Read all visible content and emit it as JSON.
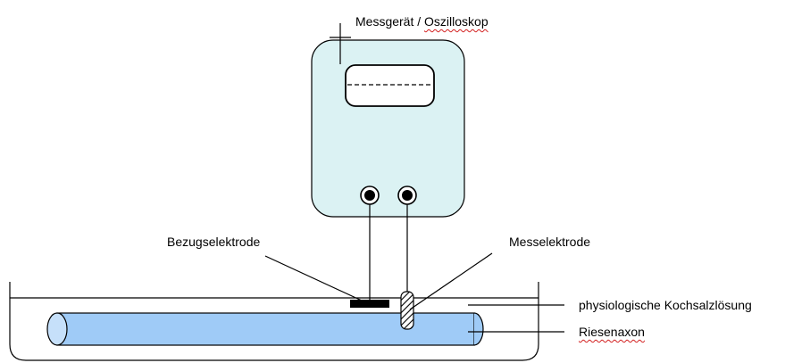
{
  "labels": {
    "device_prefix": "Messgerät / ",
    "device_suffix": "Oszilloskop",
    "reference_electrode": "Bezugselektrode",
    "measuring_electrode": "Messelektrode",
    "solution": "physiologische Kochsalzlösung",
    "axon": "Riesenaxon"
  },
  "colors": {
    "device_fill": "#dbf2f3",
    "axon_fill": "#9fcbf7",
    "axon_end_fill": "#c6e0fa",
    "stroke": "#000000",
    "spellcheck": "#d32020"
  }
}
